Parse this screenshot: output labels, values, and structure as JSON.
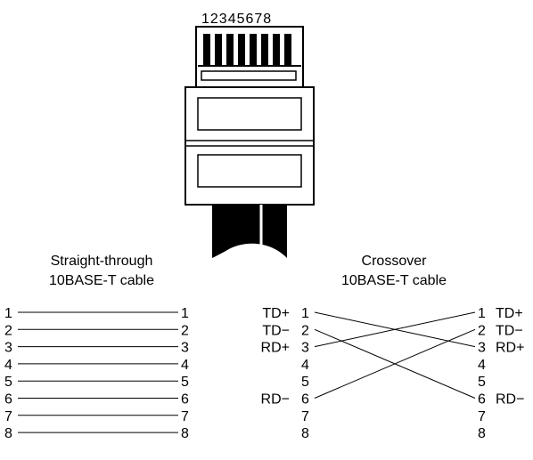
{
  "connector": {
    "pin_numbers": "12345678"
  },
  "straight": {
    "title_line1": "Straight-through",
    "title_line2": "10BASE-T cable",
    "left_pins": [
      "1",
      "2",
      "3",
      "4",
      "5",
      "6",
      "7",
      "8"
    ],
    "right_pins": [
      "1",
      "2",
      "3",
      "4",
      "5",
      "6",
      "7",
      "8"
    ]
  },
  "crossover": {
    "title_line1": "Crossover",
    "title_line2": "10BASE-T cable",
    "left_pins": [
      "1",
      "2",
      "3",
      "4",
      "5",
      "6",
      "7",
      "8"
    ],
    "right_pins": [
      "1",
      "2",
      "3",
      "4",
      "5",
      "6",
      "7",
      "8"
    ],
    "left_signals": [
      "TD+",
      "TD−",
      "RD+",
      "",
      "",
      "RD−",
      "",
      ""
    ],
    "right_signals": [
      "TD+",
      "TD−",
      "RD+",
      "",
      "",
      "RD−",
      "",
      ""
    ],
    "connections": [
      [
        1,
        3
      ],
      [
        2,
        6
      ],
      [
        3,
        1
      ],
      [
        6,
        2
      ]
    ]
  }
}
